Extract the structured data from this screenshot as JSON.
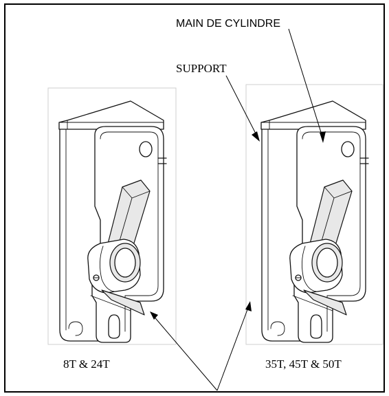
{
  "labels": {
    "main_de_cylindre": "MAIN DE CYLINDRE",
    "support": "SUPPORT",
    "left_models": "8T & 24T",
    "right_models": "35T, 45T & 50T"
  }
}
